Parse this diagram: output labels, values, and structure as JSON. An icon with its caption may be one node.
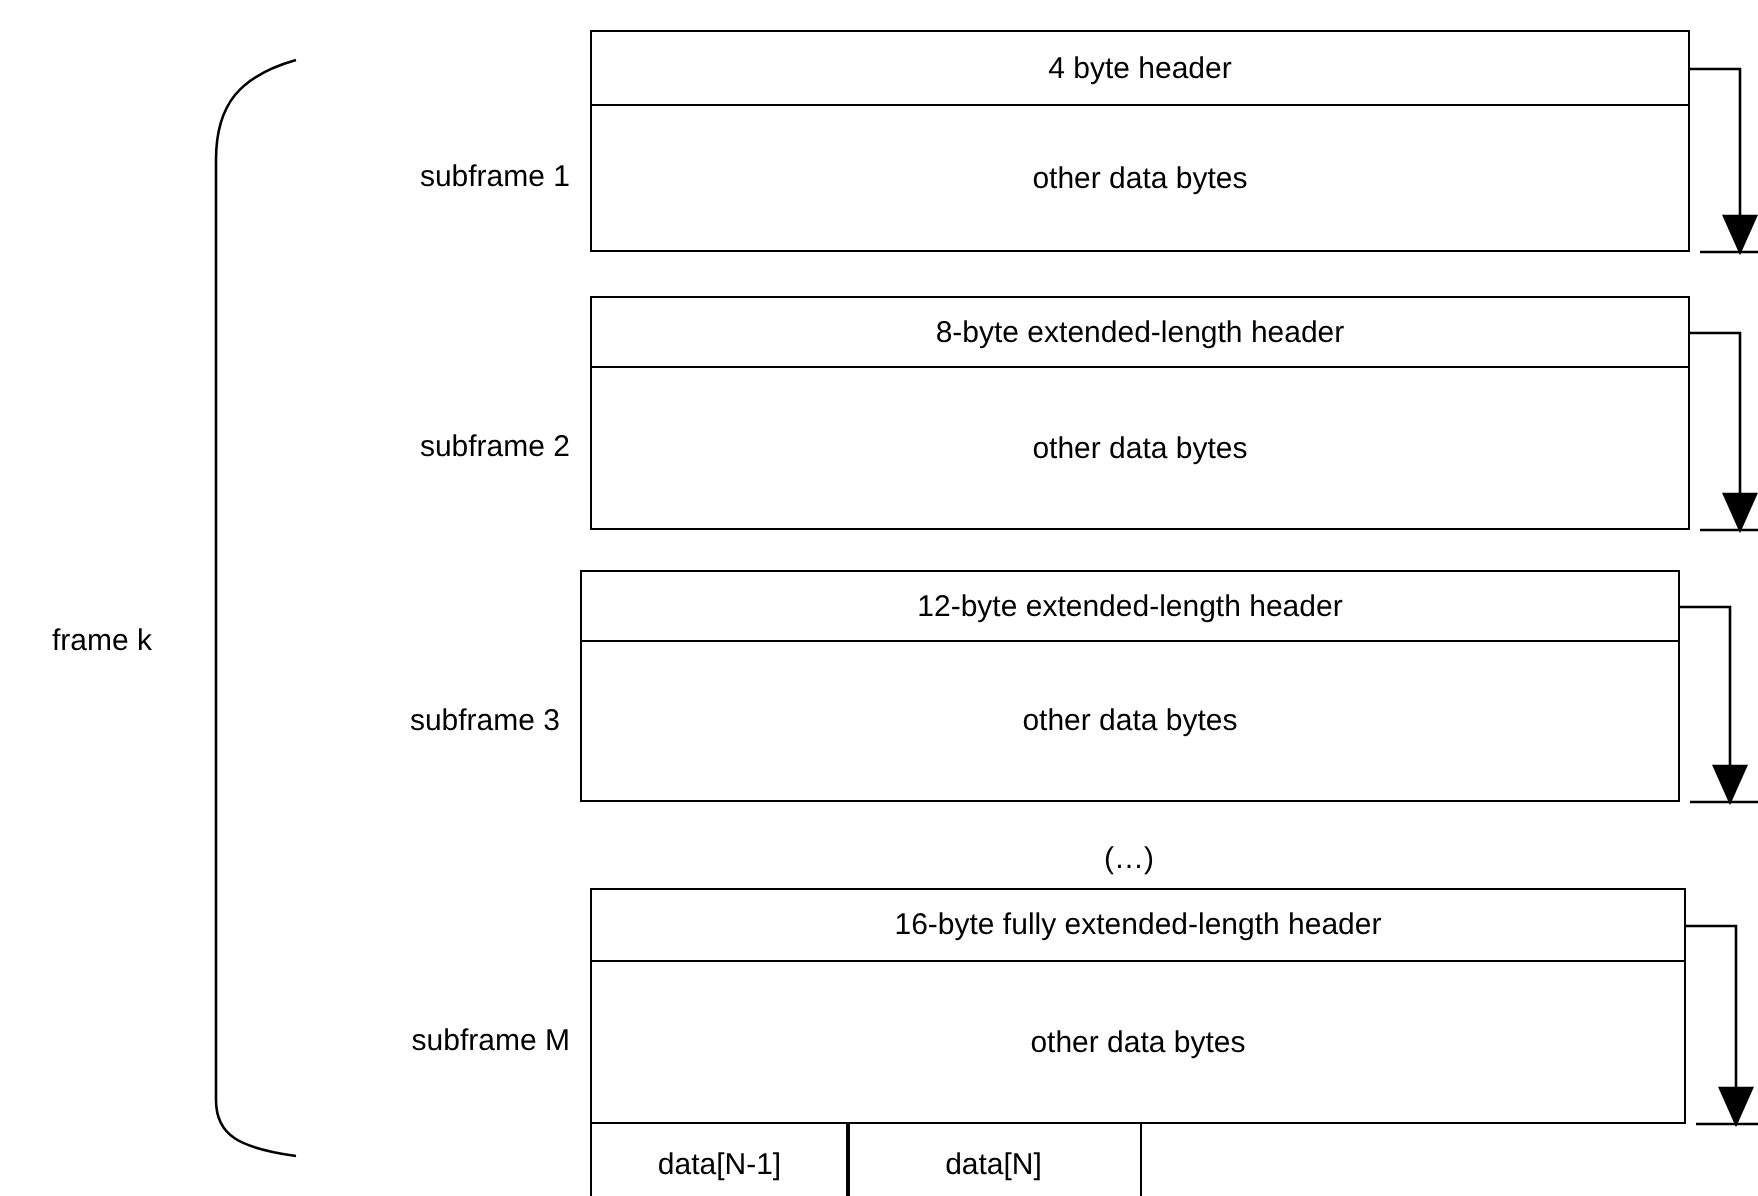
{
  "diagram": {
    "nodes": [
      {
        "text": [
          "4 byte header",
          "other data bytes"
        ],
        "beside": [
          "subframe 1"
        ]
      },
      {
        "text": [
          "8-byte extended-length header",
          "other data bytes"
        ],
        "beside": [
          "subframe 2"
        ]
      },
      {
        "text": [
          "12-byte extended-length header",
          "other data bytes"
        ],
        "beside": [
          "subframe 3"
        ]
      },
      {
        "text": [
          "16-byte fully extended-length header",
          "other data bytes"
        ],
        "beside": [
          "subframe M"
        ]
      }
    ],
    "edges": [],
    "labels": [
      "frame k",
      "(…)",
      "data[N-1]",
      "data[N]"
    ]
  }
}
